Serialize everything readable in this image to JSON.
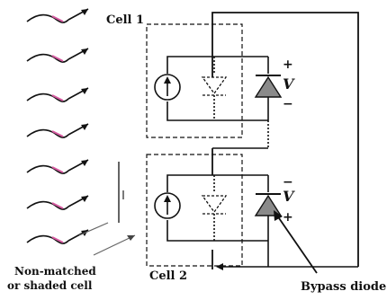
{
  "diagram": {
    "cell1_label": "Cell 1",
    "cell2_label": "Cell 2",
    "bypass_label": "Bypass diode",
    "caption_line1": "Non-matched",
    "caption_line2": "or shaded cell",
    "cell1_plus": "+",
    "cell1_voltage": "V",
    "cell1_minus": "−",
    "cell2_minus": "−",
    "cell2_voltage": "V",
    "cell2_plus": "+"
  },
  "colors": {
    "line": "#111111",
    "ray_accent": "#d65aa0",
    "diode_fill": "#8a8a8a"
  }
}
